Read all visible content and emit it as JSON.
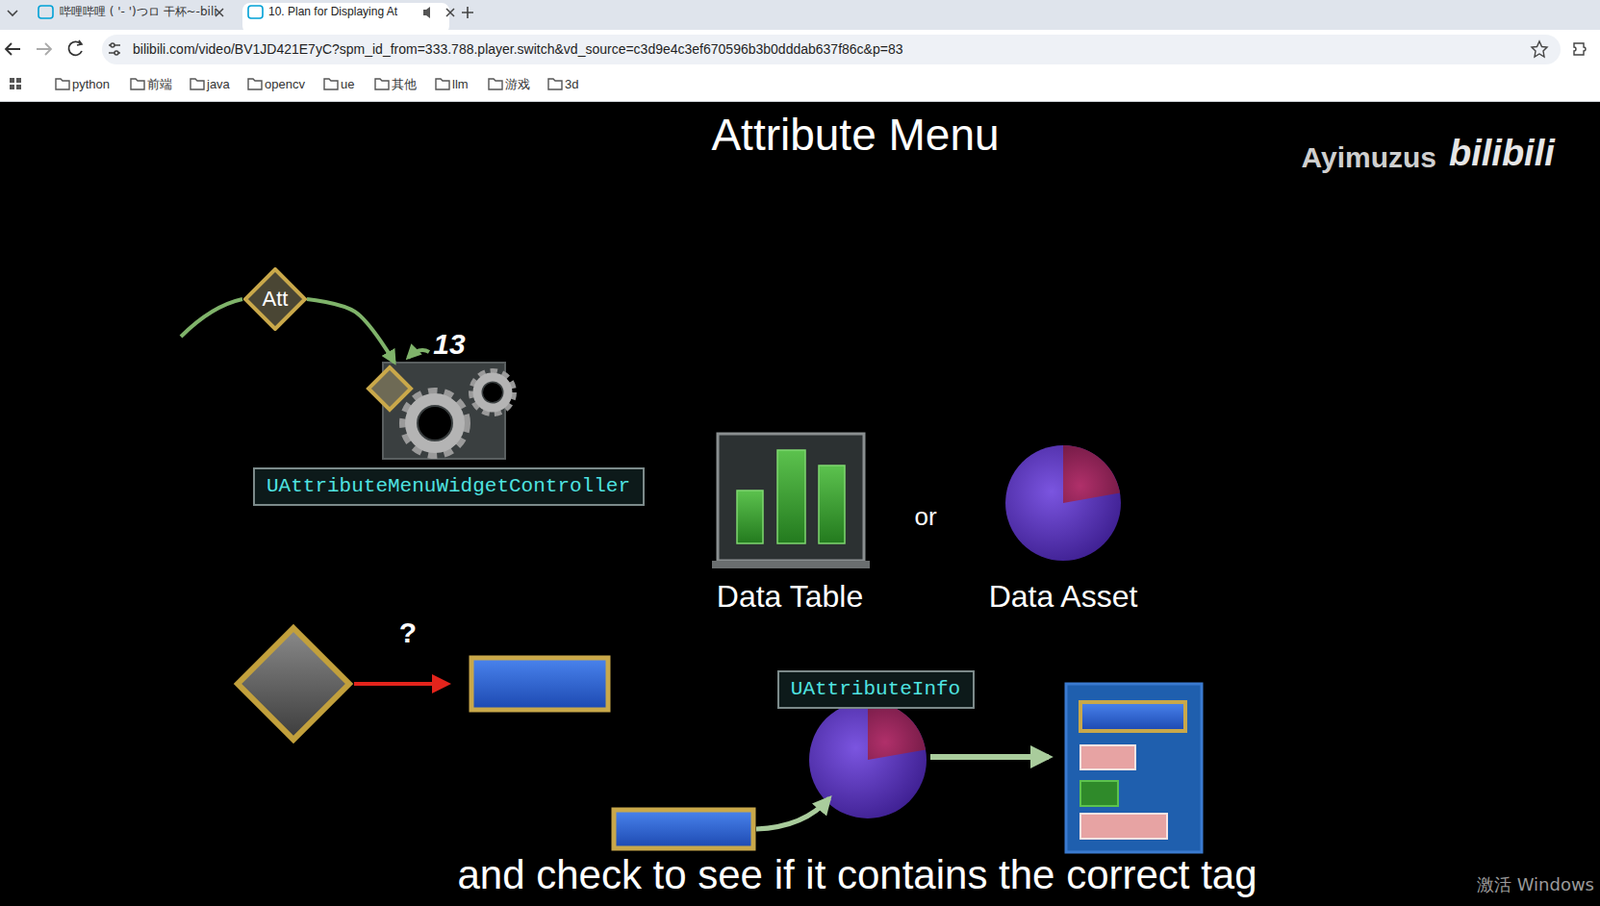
{
  "diagram": {
    "title": "Attribute Menu",
    "caption": "and check to see if it contains the correct tag",
    "nodes": [
      {
        "text": [
          "Att"
        ]
      },
      {
        "text": [
          "UAttributeMenuWidgetController"
        ]
      },
      {
        "text": [
          "UAttributeInfo"
        ]
      }
    ],
    "edges": [
      {
        "from": 0,
        "to": 1,
        "arrow": "to"
      }
    ],
    "labels": [
      "哔哩哔哩 ( '- ')つロ 干杯~-bili",
      "10. Plan for Displaying At",
      "bilibili.com/video/BV1JD421E7yC?spm_id_from=333.788.player.switch&vd_source=c3d9e4c3ef670596b3b0dddab637f86c&p=83",
      "python",
      "前端",
      "java",
      "opencv",
      "ue",
      "其他",
      "llm",
      "游戏",
      "3d",
      "Ayimuzus",
      "bilibili",
      "13",
      "Data Table",
      "or",
      "Data Asset",
      "?",
      "激活 Windows"
    ]
  }
}
